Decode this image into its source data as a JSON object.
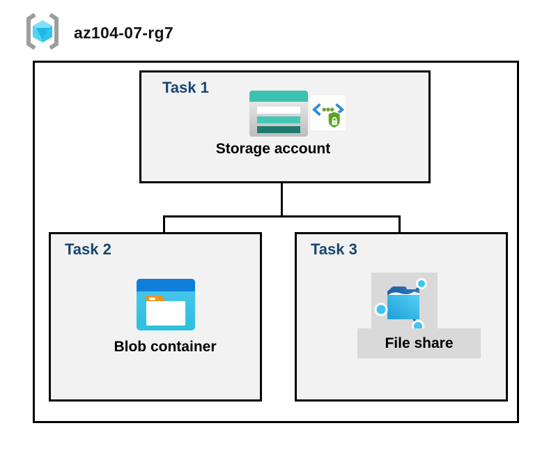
{
  "header": {
    "title": "az104-07-rg7"
  },
  "tasks": {
    "task1": {
      "label": "Task 1",
      "item": "Storage account"
    },
    "task2": {
      "label": "Task 2",
      "item": "Blob container"
    },
    "task3": {
      "label": "Task 3",
      "item": "File share"
    }
  },
  "icons": {
    "resource_group": "resource-group-icon",
    "storage_account": "storage-account-icon",
    "sas_secure_access": "sas-lock-icon",
    "blob_container": "blob-container-icon",
    "file_share": "file-share-icon"
  },
  "colors": {
    "task_label_blue": "#17466F",
    "box_fill_gray": "#F2F2F2",
    "border_black": "#000000",
    "outer_background": "#FFFFFF",
    "storage_teal": "#3BC1AF",
    "storage_teal_dark": "#20796F",
    "blob_bar_blue": "#0F7EDB",
    "blob_body_cyan": "#35C3E4",
    "folder_tab_orange": "#F1921E",
    "sas_green": "#5BA41F",
    "sas_bracket_blue": "#2E8BD8",
    "fileshare_node_cyan": "#3EC4F2",
    "fileshare_flap_blue": "#1B61A8",
    "bracket_gray": "#9D9D9D",
    "icon_bg_gray": "#D9D9D9",
    "cube_top": "#7FDFF8",
    "cube_left": "#52D2F4",
    "cube_right": "#2EC4EE"
  }
}
